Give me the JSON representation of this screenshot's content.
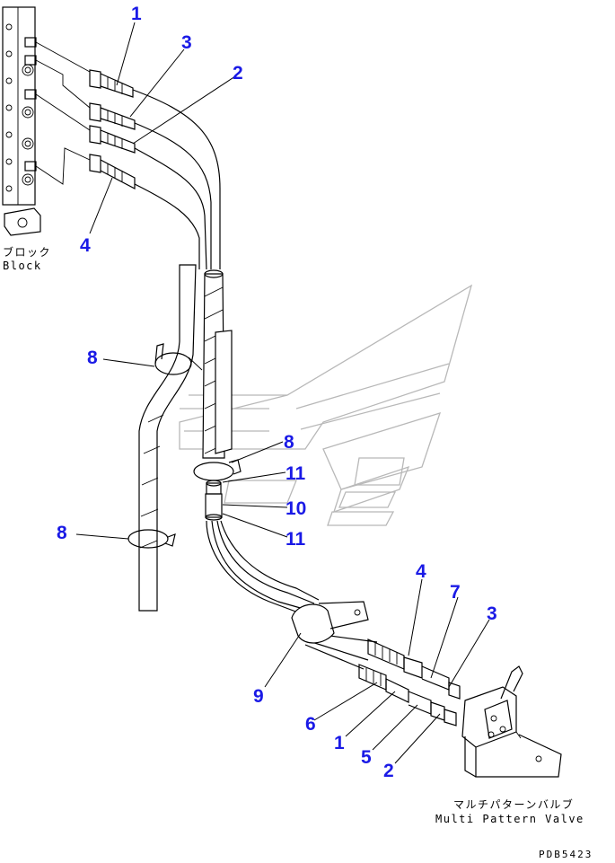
{
  "callouts": {
    "c1_top": "1",
    "c3_top": "3",
    "c2_top": "2",
    "c4_left": "4",
    "c8_upper": "8",
    "c8_mid": "8",
    "c11_upper": "11",
    "c10": "10",
    "c11_lower": "11",
    "c8_lower": "8",
    "c4_right": "4",
    "c7": "7",
    "c3_right": "3",
    "c9": "9",
    "c6": "6",
    "c1_bottom": "1",
    "c5": "5",
    "c2_bottom": "2"
  },
  "labels": {
    "block_jp": "ブロック",
    "block_en": "Block",
    "valve_jp": "マルチパターンバルブ",
    "valve_en": "Multi Pattern Valve",
    "drawing_code": "PDB5423"
  }
}
